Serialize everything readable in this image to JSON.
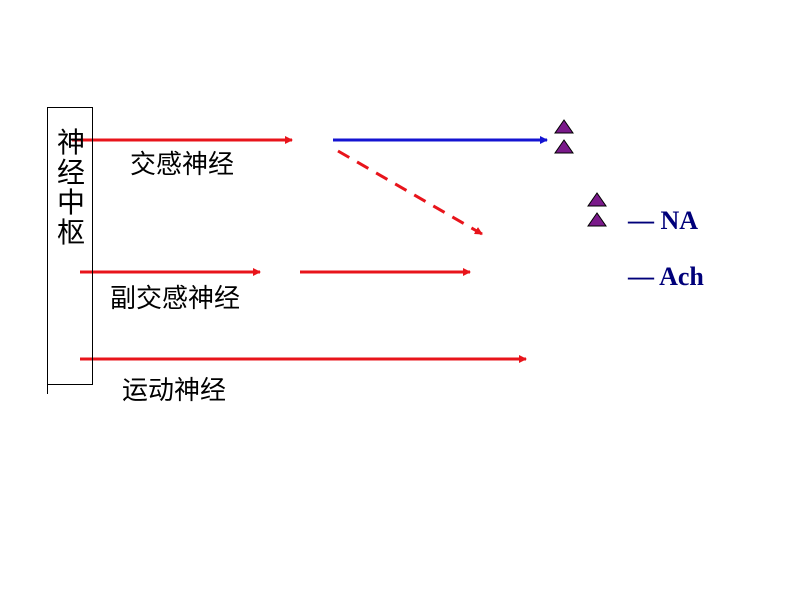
{
  "cns_label": "神经中枢",
  "nerves": {
    "sympathetic": "交感神经",
    "parasympathetic": "副交感神经",
    "motor": "运动神经"
  },
  "legend": {
    "na": "— NA",
    "ach": "— Ach"
  },
  "colors": {
    "cholinergic_fiber": "#e8141b",
    "adrenergic_fiber": "#1414d2",
    "transmitter_marker": "#7a1a8a"
  }
}
